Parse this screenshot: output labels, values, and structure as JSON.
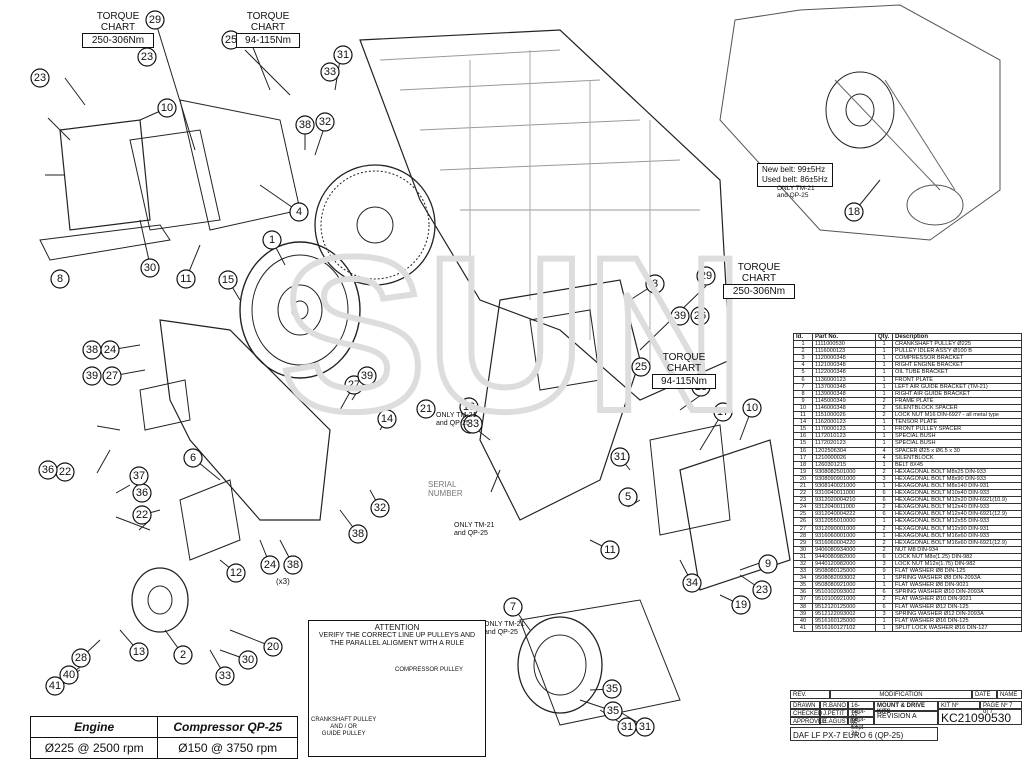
{
  "torque_charts": [
    {
      "title": "TORQUE CHART",
      "value": "250-306Nm"
    },
    {
      "title": "TORQUE CHART",
      "value": "94-115Nm"
    },
    {
      "title": "TORQUE CHART",
      "value": "250-306Nm"
    },
    {
      "title": "TORQUE CHART",
      "value": "94-115Nm"
    }
  ],
  "belt": {
    "new": "New belt: 99±5Hz",
    "used": "Used belt: 86±5Hz",
    "only": "ONLY TM-21\nand QP-25"
  },
  "notes": {
    "only1": "ONLY TM-21\nand QP-25",
    "only2": "ONLY TM-21\nand QP-25",
    "only3": "ONLY TM-21\nand QP-25",
    "serial": "SERIAL\nNUMBER",
    "x3": "(x3)"
  },
  "attention": {
    "title": "ATTENTION",
    "body": "VERIFY THE CORRECT LINE UP PULLEYS AND THE PARALLEL ALIGMENT WITH A RULE",
    "compressor": "COMPRESSOR PULLEY",
    "crank": "CRANKSHAFT PULLEY\nAND / OR\nGUIDE PULLEY"
  },
  "spec": {
    "h1": "Engine",
    "h2": "Compressor QP-25",
    "v1": "Ø225 @ 2500 rpm",
    "v2": "Ø150 @ 3750 rpm"
  },
  "parts_header": {
    "id": "Id.",
    "part": "Part No.",
    "qty": "Qty.",
    "desc": "Description"
  },
  "parts": [
    [
      "1",
      "1111000530",
      "1",
      "CRANKSHAFT PULLEY Ø225"
    ],
    [
      "2",
      "1116000123",
      "1",
      "PULLEY IDLER ASS'Y Ø100 B"
    ],
    [
      "3",
      "1120000348",
      "1",
      "COMPRESSOR BRACKET"
    ],
    [
      "4",
      "1121000348",
      "1",
      "RIGHT ENGINE BRACKET"
    ],
    [
      "5",
      "1122000348",
      "1",
      "OIL TUBE BRACKET"
    ],
    [
      "6",
      "1136000123",
      "1",
      "FRONT PLATE"
    ],
    [
      "7",
      "1137000348",
      "1",
      "LEFT AIR GUIDE BRACKET (TM-21)"
    ],
    [
      "8",
      "1139000348",
      "1",
      "RIGHT AIR GUIDE BRACKET"
    ],
    [
      "9",
      "1145000349",
      "2",
      "FRAME PLATE"
    ],
    [
      "10",
      "1146000348",
      "2",
      "SILENTBLOCK SPACER"
    ],
    [
      "11",
      "1151000026",
      "2",
      "LOCK NUT M16 DIN-6927 - all metal type"
    ],
    [
      "14",
      "1162000123",
      "1",
      "TENSOR PLATE"
    ],
    [
      "15",
      "1170000123",
      "1",
      "FRONT PULLEY SPACER"
    ],
    [
      "16",
      "1172010123",
      "1",
      "SPECIAL BUSH"
    ],
    [
      "15",
      "1172020123",
      "1",
      "SPECIAL BUSH"
    ],
    [
      "16",
      "1202506304",
      "4",
      "SPACER Ø25 x Ø6.5 x 30"
    ],
    [
      "17",
      "1210000026",
      "4",
      "SILENTBLOCK"
    ],
    [
      "18",
      "1260301215",
      "1",
      "BELT 8X45"
    ],
    [
      "19",
      "9308082501000",
      "2",
      "HEXAGONAL BOLT M8x25 DIN-933"
    ],
    [
      "20",
      "9308090901000",
      "3",
      "HEXAGONAL BOLT M8x90 DIN-933"
    ],
    [
      "21",
      "9308140021000",
      "1",
      "HEXAGONAL BOLT M8x140 DIN-931"
    ],
    [
      "22",
      "9310040011000",
      "6",
      "HEXAGONAL BOLT M10x40 DIN-933"
    ],
    [
      "23",
      "9312020004210",
      "6",
      "HEXAGONAL BOLT M12x20 DIN-6921(10.9)"
    ],
    [
      "24",
      "9312040011000",
      "2",
      "HEXAGONAL BOLT M12x40 DIN-933"
    ],
    [
      "25",
      "9312040004222",
      "6",
      "HEXAGONAL BOLT M12x40 DIN-6921(12.9)"
    ],
    [
      "26",
      "9312055010000",
      "1",
      "HEXAGONAL BOLT M12x55 DIN-933"
    ],
    [
      "27",
      "9312090001000",
      "2",
      "HEXAGONAL BOLT M12x90 DIN-931"
    ],
    [
      "28",
      "9316060001000",
      "1",
      "HEXAGONAL BOLT M16x60 DIN-933"
    ],
    [
      "29",
      "9316060004220",
      "2",
      "HEXAGONAL BOLT M16x60 DIN-6921(12.9)"
    ],
    [
      "30",
      "9406080934000",
      "2",
      "NUT M8 DIN-934"
    ],
    [
      "31",
      "9440080982000",
      "6",
      "LOCK NUT M8x(1.25) DIN-982"
    ],
    [
      "32",
      "9440120982000",
      "3",
      "LOCK NUT M12x(1.75) DIN-982"
    ],
    [
      "33",
      "9508080125000",
      "9",
      "FLAT WASHER Ø8 DIN-125"
    ],
    [
      "34",
      "9508082093002",
      "1",
      "SPRING WASHER Ø8 DIN-2093A"
    ],
    [
      "35",
      "9508080921000",
      "1",
      "FLAT WASHER Ø8 DIN-9021"
    ],
    [
      "36",
      "9510102093002",
      "6",
      "SPRING WASHER Ø10 DIN-2093A"
    ],
    [
      "37",
      "9510100921000",
      "2",
      "FLAT WASHER Ø10 DIN-9021"
    ],
    [
      "38",
      "9512120125000",
      "6",
      "FLAT WASHER Ø12 DIN-125"
    ],
    [
      "39",
      "9512122093002",
      "3",
      "SPRING WASHER Ø12 DIN-2093A"
    ],
    [
      "40",
      "9516160125000",
      "1",
      "FLAT WASHER Ø16 DIN-125"
    ],
    [
      "41",
      "9516160127102",
      "1",
      "SPLIT LOCK WASHER Ø16 DIN-127"
    ]
  ],
  "title_block": {
    "rev": "REV.",
    "modification": "MODIFICATION",
    "date": "DATE",
    "name": "NAME",
    "drawn": "DRAWN",
    "checked": "CHECKED",
    "approved": "APPROVED",
    "n1": "R.BAÑO",
    "n2": "J.PETIT",
    "n3": "E.AGUSTÍN",
    "d1": "16-Sept-21",
    "d2": "16-Sept-21",
    "d3": "16-Sept-21",
    "kit_type": "MOUNT & DRIVE KITS",
    "revision": "REVISION",
    "revision_value": "A",
    "kit_label": "KIT Nº",
    "kit_no": "KC21090530",
    "page_label": "PAGE Nº",
    "page_no": "7 of 7",
    "description": "DAF LF PX-7 EURO 6 (QP-25)"
  },
  "callouts": [
    "1",
    "2",
    "3",
    "4",
    "5",
    "6",
    "7",
    "8",
    "9",
    "10",
    "11",
    "12",
    "13",
    "14",
    "15",
    "16",
    "17",
    "18",
    "19",
    "20",
    "21",
    "22",
    "23",
    "24",
    "25",
    "26",
    "27",
    "28",
    "29",
    "30",
    "31",
    "32",
    "33",
    "34",
    "35",
    "36",
    "37",
    "38",
    "39",
    "40",
    "41"
  ]
}
